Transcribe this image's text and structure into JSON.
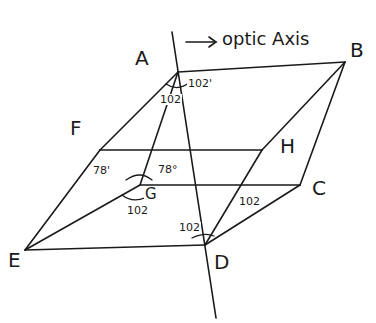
{
  "diagram": {
    "labels": [
      "A",
      "optic Axis",
      "B",
      "F",
      "H",
      "C",
      "E",
      "D",
      "G",
      "102",
      "102'",
      "78'",
      "78°",
      "102",
      "102",
      "102"
    ]
  }
}
